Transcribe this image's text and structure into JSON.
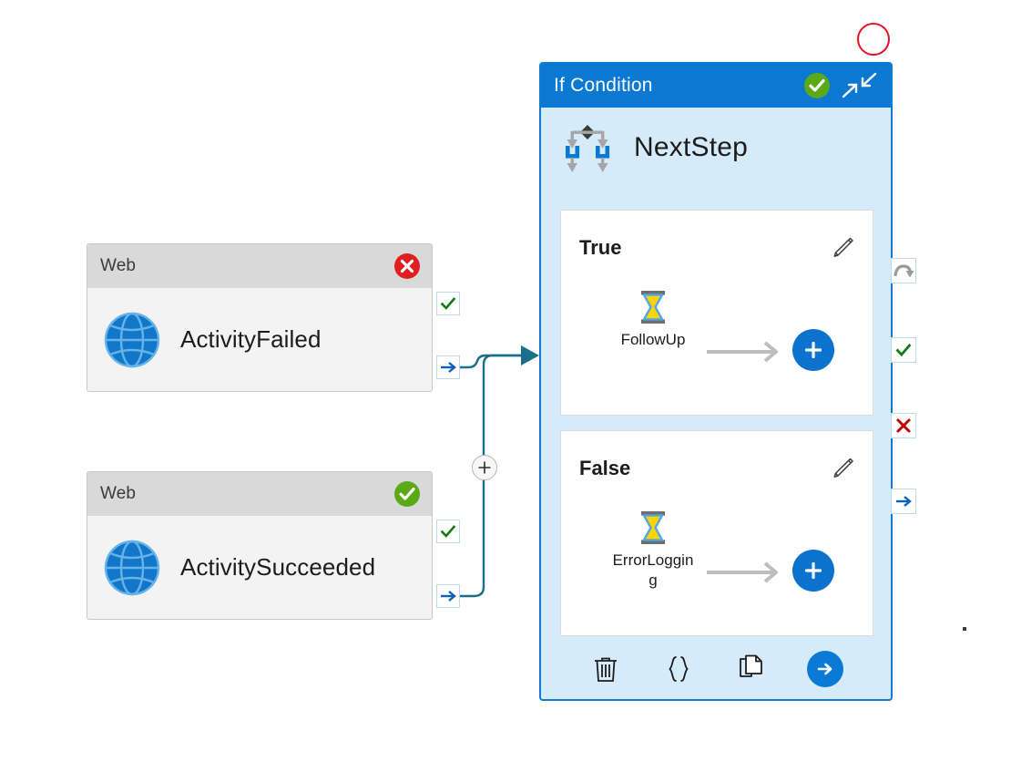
{
  "canvas": {
    "background": "#ffffff",
    "accent_blue": "#0b78d1",
    "panel_fill": "#d6ebfa",
    "success_green": "#5aa917",
    "error_red": "#e81123",
    "link_teal": "#1b6f8a"
  },
  "activities": [
    {
      "id": "activity-failed",
      "header_title": "Web",
      "name": "ActivityFailed",
      "status": "error",
      "status_icon": "error-circle-icon",
      "type_icon": "globe-icon",
      "ports": [
        {
          "name": "success-port",
          "icon": "check-icon"
        },
        {
          "name": "next-port",
          "icon": "arrow-right-icon"
        }
      ]
    },
    {
      "id": "activity-succeeded",
      "header_title": "Web",
      "name": "ActivitySucceeded",
      "status": "success",
      "status_icon": "success-circle-icon",
      "type_icon": "globe-icon",
      "ports": [
        {
          "name": "success-port",
          "icon": "check-icon"
        },
        {
          "name": "next-port",
          "icon": "arrow-right-icon"
        }
      ]
    }
  ],
  "condition_panel": {
    "header_title": "If Condition",
    "header_status_icon": "success-circle-icon",
    "collapse_icon": "collapse-diagonal-icon",
    "step_name": "NextStep",
    "step_icon": "if-condition-branch-icon",
    "branches": [
      {
        "label": "True",
        "edit_icon": "pencil-icon",
        "step_name": "FollowUp",
        "step_icon": "hourglass-icon",
        "arrow_icon": "arrow-right-icon",
        "add_icon": "plus-icon"
      },
      {
        "label": "False",
        "edit_icon": "pencil-icon",
        "step_name": "ErrorLogging",
        "step_icon": "hourglass-icon",
        "arrow_icon": "arrow-right-icon",
        "add_icon": "plus-icon"
      }
    ],
    "footer_buttons": [
      {
        "name": "delete-button",
        "icon": "trash-icon"
      },
      {
        "name": "expression-button",
        "icon": "braces-icon"
      },
      {
        "name": "copy-button",
        "icon": "copy-icon"
      },
      {
        "name": "next-button",
        "icon": "arrow-right-circle-icon"
      }
    ],
    "edge_ports": [
      {
        "name": "skip-port",
        "icon": "skip-curve-arrow-icon"
      },
      {
        "name": "success-port",
        "icon": "check-icon"
      },
      {
        "name": "failure-port",
        "icon": "cross-icon"
      },
      {
        "name": "next-port",
        "icon": "arrow-right-icon"
      }
    ]
  },
  "connectors": {
    "add_node_icon": "plus-icon",
    "arrowhead": "triangle-right"
  },
  "overlay": {
    "marker_icon": "red-circle-outline-icon"
  }
}
